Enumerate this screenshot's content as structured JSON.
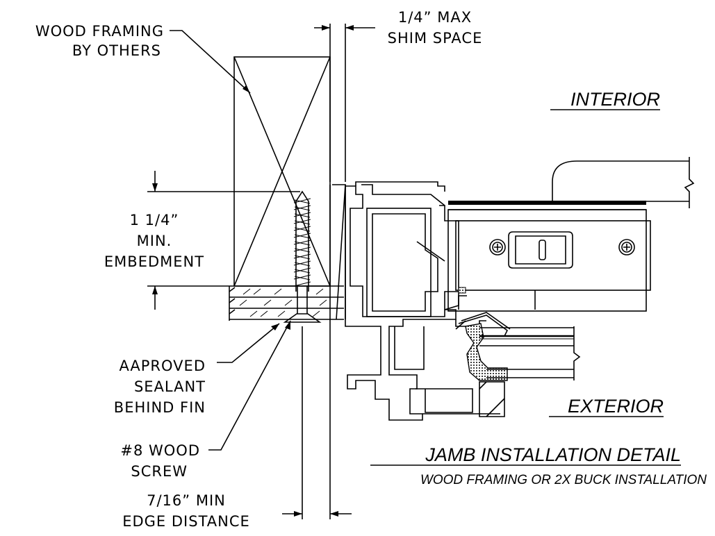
{
  "notes": {
    "wood_framing": [
      "WOOD FRAMING",
      "BY OTHERS"
    ],
    "shim_space": [
      "1/4” MAX",
      "SHIM SPACE"
    ],
    "embedment": [
      "1 1/4”",
      "MIN.",
      "EMBEDMENT"
    ],
    "sealant": [
      "AAPROVED",
      "SEALANT",
      "BEHIND FIN"
    ],
    "screw": [
      "#8 WOOD",
      "SCREW"
    ],
    "edge_distance": [
      "7/16” MIN",
      "EDGE DISTANCE"
    ]
  },
  "labels": {
    "interior": "INTERIOR",
    "exterior": "EXTERIOR",
    "title": "JAMB INSTALLATION DETAIL",
    "subtitle": "WOOD FRAMING OR 2X BUCK INSTALLATION"
  }
}
